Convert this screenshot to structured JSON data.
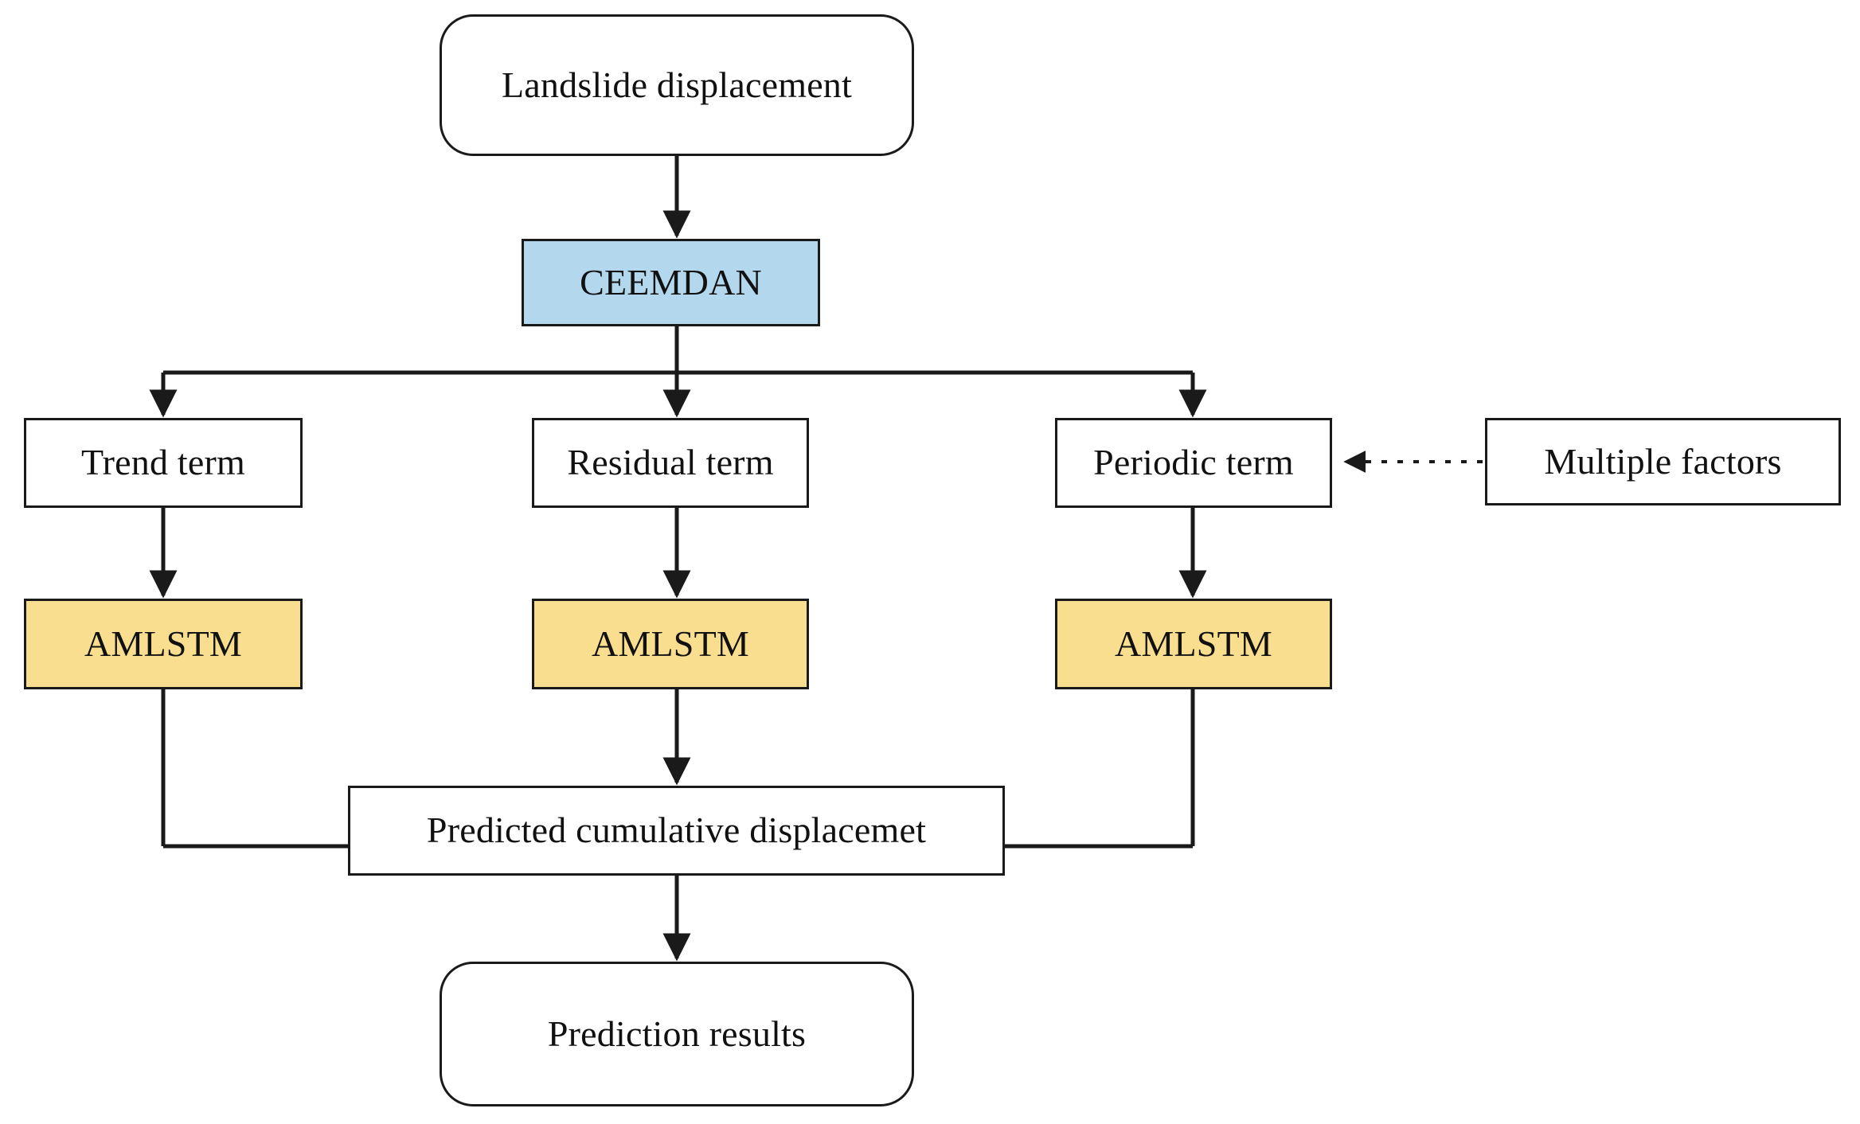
{
  "diagram": {
    "title": "Landslide displacement prediction flowchart",
    "type": "flowchart",
    "background": "#ffffff",
    "line_color": "#1a1a1a",
    "colors": {
      "decomposition_fill": "#b3d7ed",
      "model_fill": "#fade8f",
      "default_fill": "#ffffff",
      "stroke": "#1a1a1a"
    },
    "nodes": {
      "input": {
        "label": "Landslide displacement",
        "shape": "rounded-rectangle",
        "fill": "#ffffff"
      },
      "ceemdan": {
        "label": "CEEMDAN",
        "shape": "rectangle",
        "fill": "#b3d7ed"
      },
      "trend_term": {
        "label": "Trend term",
        "shape": "rectangle",
        "fill": "#ffffff"
      },
      "residual_term": {
        "label": "Residual term",
        "shape": "rectangle",
        "fill": "#ffffff"
      },
      "periodic_term": {
        "label": "Periodic term",
        "shape": "rectangle",
        "fill": "#ffffff"
      },
      "multiple_factors": {
        "label": "Multiple factors",
        "shape": "rectangle",
        "fill": "#ffffff"
      },
      "amlstm_trend": {
        "label": "AMLSTM",
        "shape": "rectangle",
        "fill": "#fade8f"
      },
      "amlstm_residual": {
        "label": "AMLSTM",
        "shape": "rectangle",
        "fill": "#fade8f"
      },
      "amlstm_periodic": {
        "label": "AMLSTM",
        "shape": "rectangle",
        "fill": "#fade8f"
      },
      "predicted_cumulative": {
        "label": "Predicted cumulative displacemet",
        "shape": "rectangle",
        "fill": "#ffffff"
      },
      "output": {
        "label": "Prediction results",
        "shape": "rounded-rectangle",
        "fill": "#ffffff"
      }
    },
    "edges": [
      {
        "from": "input",
        "to": "ceemdan",
        "style": "solid",
        "arrow": "end"
      },
      {
        "from": "ceemdan",
        "to": "trend_term",
        "style": "solid",
        "arrow": "end"
      },
      {
        "from": "ceemdan",
        "to": "residual_term",
        "style": "solid",
        "arrow": "end"
      },
      {
        "from": "ceemdan",
        "to": "periodic_term",
        "style": "solid",
        "arrow": "end"
      },
      {
        "from": "multiple_factors",
        "to": "periodic_term",
        "style": "dotted",
        "arrow": "end"
      },
      {
        "from": "trend_term",
        "to": "amlstm_trend",
        "style": "solid",
        "arrow": "end"
      },
      {
        "from": "residual_term",
        "to": "amlstm_residual",
        "style": "solid",
        "arrow": "end"
      },
      {
        "from": "periodic_term",
        "to": "amlstm_periodic",
        "style": "solid",
        "arrow": "end"
      },
      {
        "from": "amlstm_trend",
        "to": "predicted_cumulative",
        "style": "solid",
        "arrow": "end"
      },
      {
        "from": "amlstm_residual",
        "to": "predicted_cumulative",
        "style": "solid",
        "arrow": "end"
      },
      {
        "from": "amlstm_periodic",
        "to": "predicted_cumulative",
        "style": "solid",
        "arrow": "end"
      },
      {
        "from": "predicted_cumulative",
        "to": "output",
        "style": "solid",
        "arrow": "end"
      }
    ]
  }
}
